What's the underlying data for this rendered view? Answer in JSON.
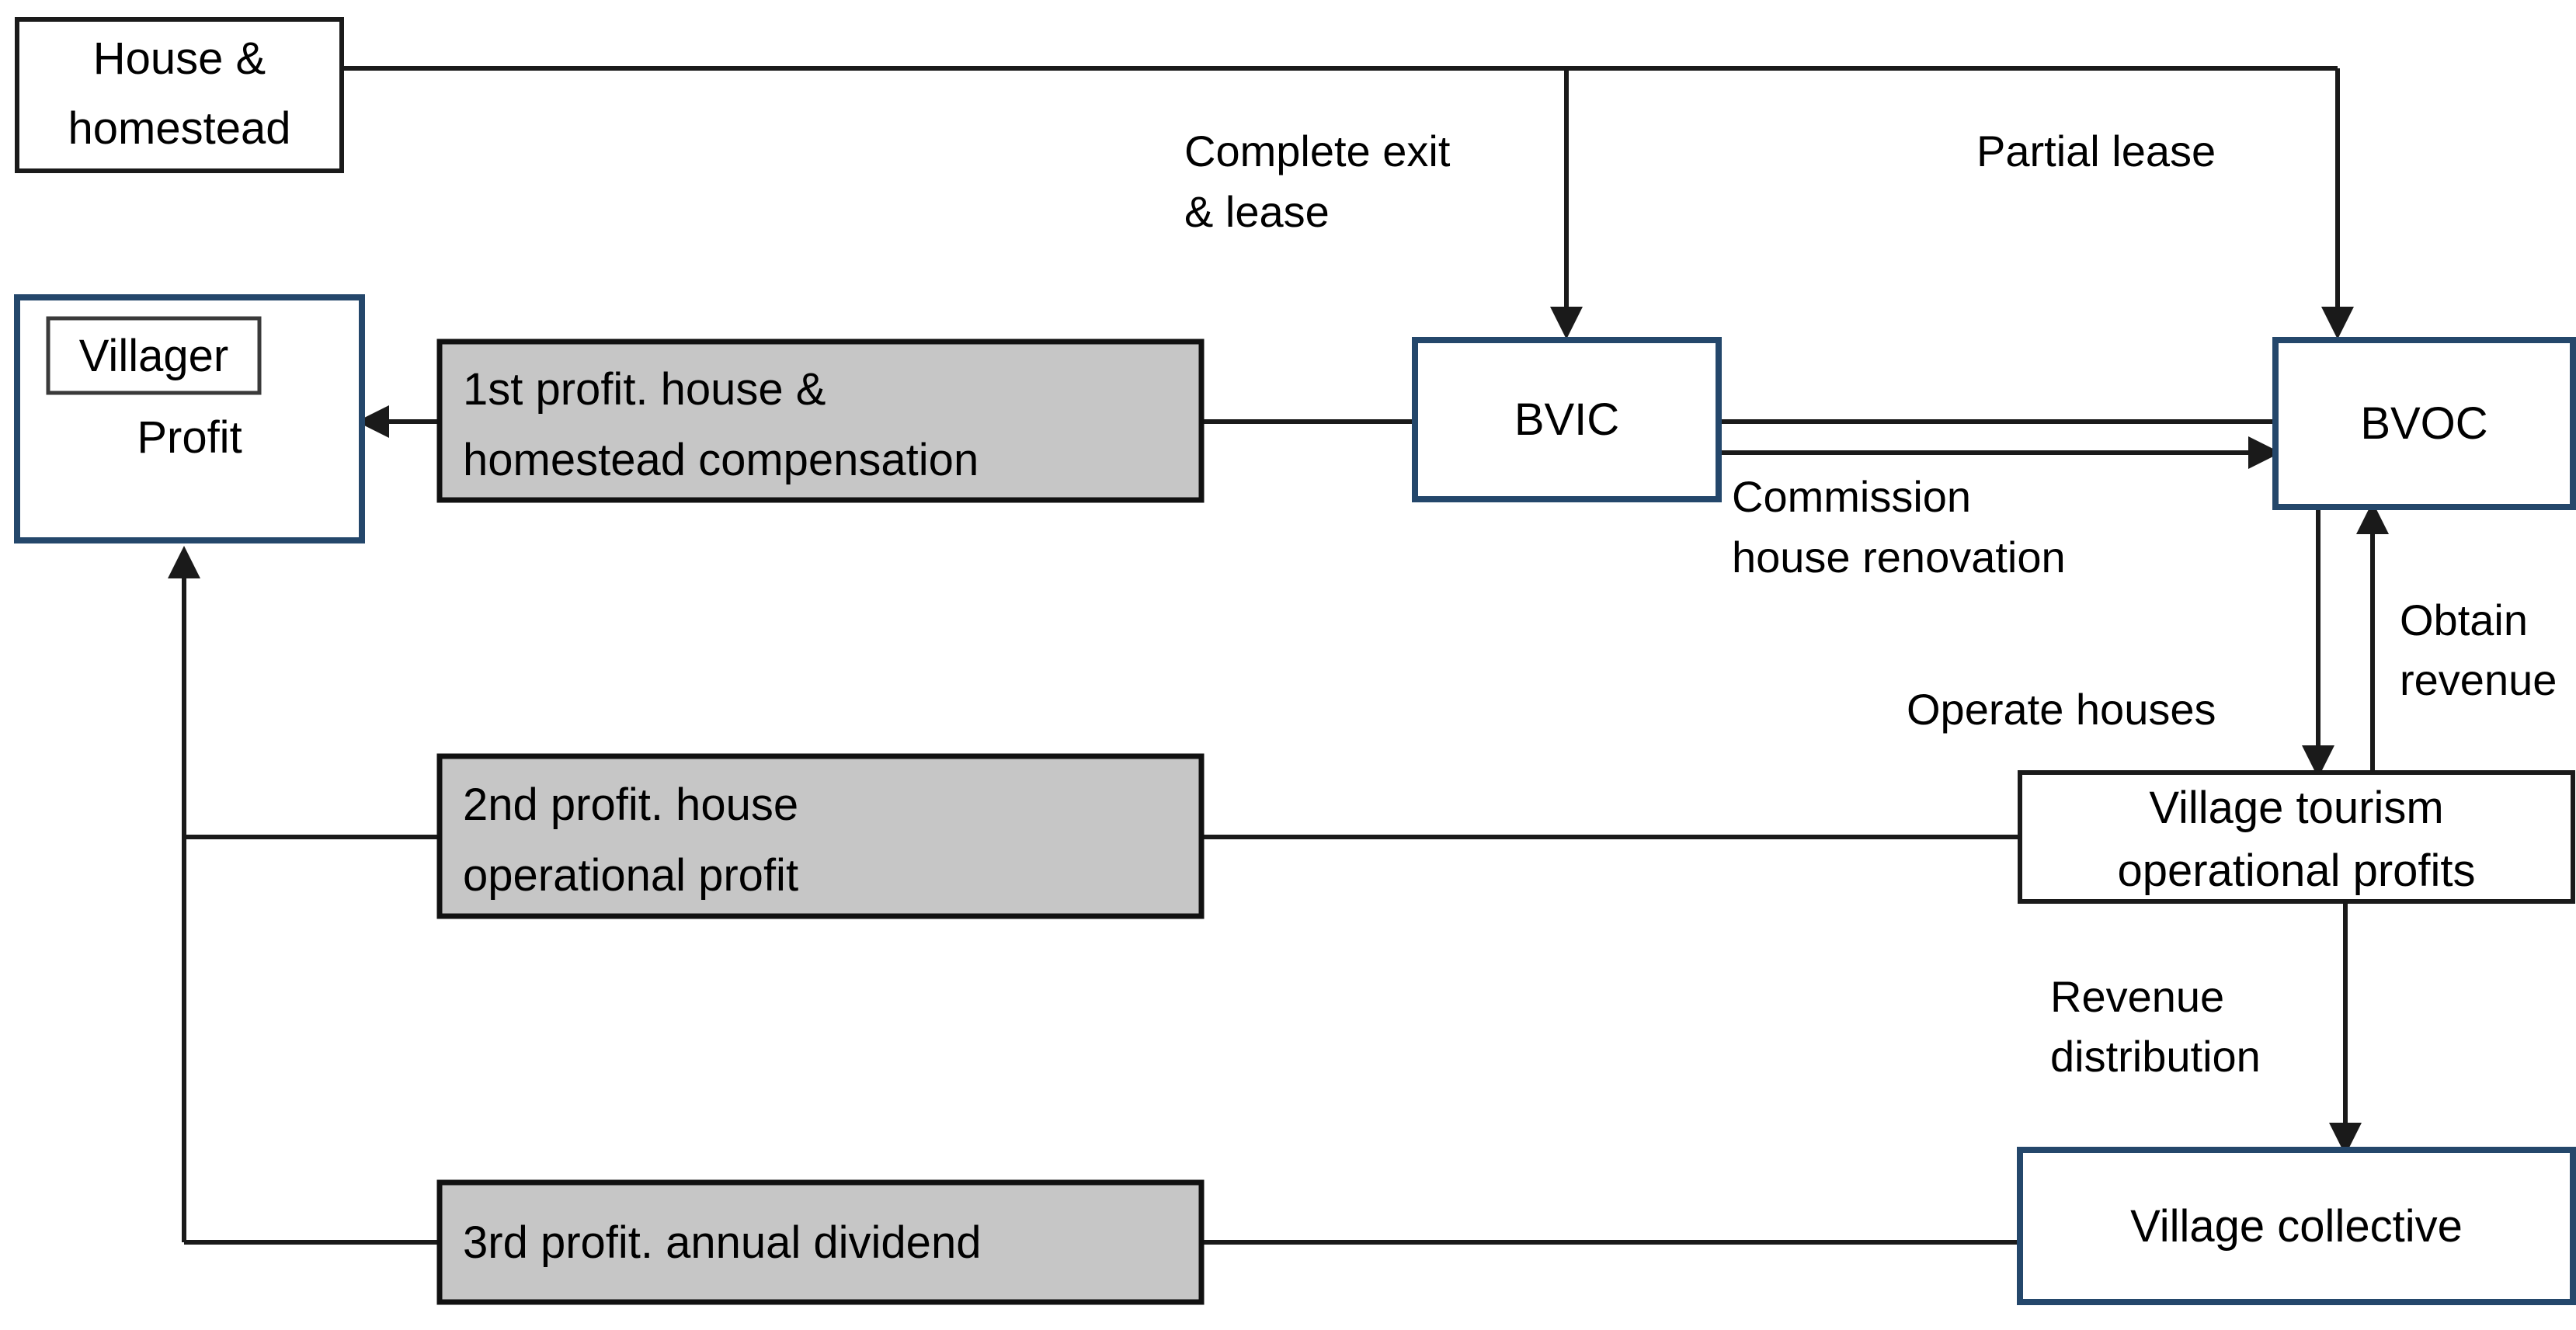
{
  "diagram": {
    "title": "Village house and homestead benefit distribution flowchart",
    "colors": {
      "gray_fill": "#c6c6c6",
      "navy_border": "#24476b",
      "black_border": "#1a1a1a",
      "white_fill": "#ffffff",
      "text": "#111111"
    },
    "nodes": {
      "house_homestead": {
        "line1": "House &",
        "line2": "homestead"
      },
      "villager": {
        "inner_label": "Villager",
        "profit_label": "Profit"
      },
      "profit1": {
        "line1": "1st profit. house &",
        "line2": "homestead compensation"
      },
      "profit2": {
        "line1": "2nd profit. house",
        "line2": "operational profit"
      },
      "profit3": {
        "line1": "3rd profit. annual dividend"
      },
      "bvic": {
        "label": "BVIC"
      },
      "bvoc": {
        "label": "BVOC"
      },
      "village_tourism": {
        "line1": "Village tourism",
        "line2": "operational profits"
      },
      "village_collective": {
        "label": "Village collective"
      }
    },
    "edge_labels": {
      "complete_exit": {
        "line1": "Complete exit",
        "line2": "& lease"
      },
      "partial_lease": {
        "line1": "Partial lease"
      },
      "commission": {
        "line1": "Commission",
        "line2": "house renovation"
      },
      "operate_houses": {
        "line1": "Operate houses"
      },
      "obtain_revenue": {
        "line1": "Obtain",
        "line2": "revenue"
      },
      "revenue_distribution": {
        "line1": "Revenue",
        "line2": "distribution"
      }
    }
  }
}
